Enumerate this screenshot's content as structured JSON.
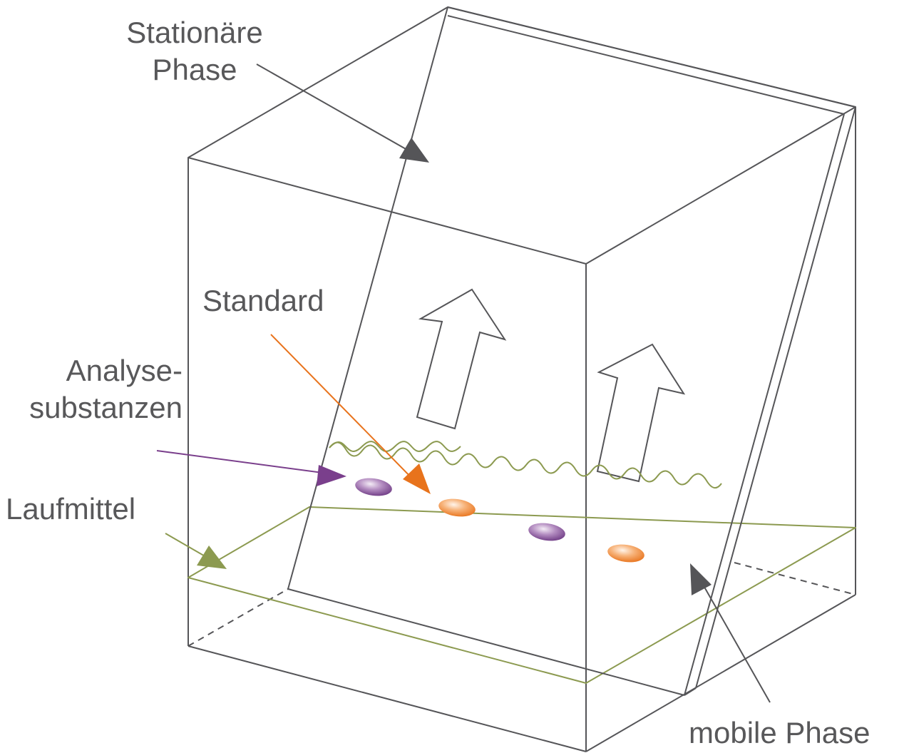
{
  "labels": {
    "stationary_phase": [
      "Stationäre",
      "Phase"
    ],
    "standard": "Standard",
    "analytes": [
      "Analyse-",
      "substanzen"
    ],
    "solvent": "Laufmittel",
    "mobile_phase": "mobile Phase"
  },
  "colors": {
    "outline": "#555558",
    "solvent": "#8c9a50",
    "standard": "#e8731c",
    "analyte": "#7a3f8c",
    "label_text": "#58585a"
  },
  "icons": {
    "development_arrows": "outlined-up-arrow",
    "spots": "ellipse"
  }
}
